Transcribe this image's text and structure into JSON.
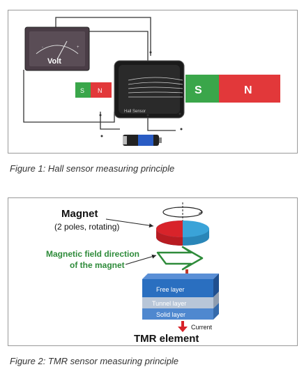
{
  "figure1": {
    "meter_label": "Volt",
    "device_label": "Hall Sensor",
    "left_magnet": {
      "s": "S",
      "n": "N"
    },
    "right_magnet": {
      "s": "S",
      "n": "N"
    },
    "caption": "Figure 1: Hall sensor measuring principle",
    "colors": {
      "magnet_green": "#3aa64a",
      "magnet_red": "#e2383a",
      "meter_bg": "#4a3d46",
      "device": "#1a1a1a"
    }
  },
  "figure2": {
    "magnet_title": "Magnet",
    "magnet_subtitle": "(2 poles, rotating)",
    "field_label_line1": "Magnetic field direction",
    "field_label_line2": "of the magnet",
    "layers": [
      "Free layer",
      "Tunnel layer",
      "Solid layer"
    ],
    "current_label": "Current",
    "element_label": "TMR element",
    "caption": "Figure 2: TMR sensor measuring principle",
    "colors": {
      "field_green": "#2e8b3a",
      "magnet_red": "#d8232a",
      "magnet_blue": "#3aa3d8",
      "layer_blue": "#2a6fc0"
    }
  }
}
